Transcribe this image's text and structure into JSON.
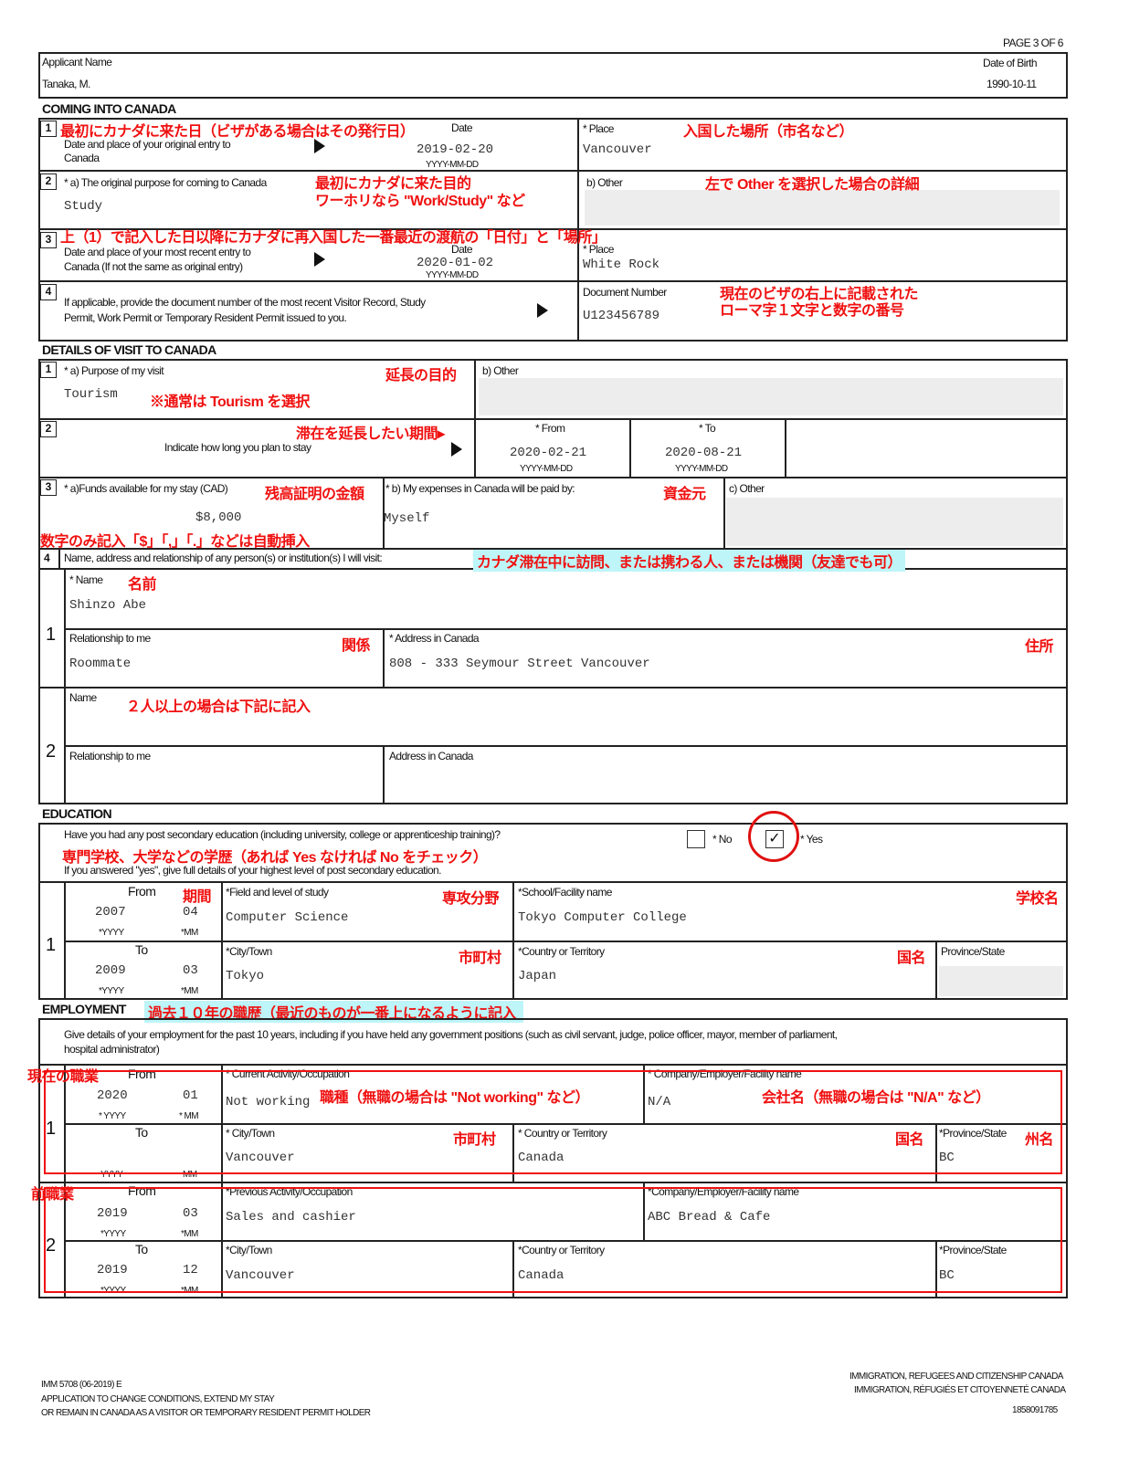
{
  "header": {
    "page": "PAGE 3 OF 6",
    "applicant_label": "Applicant Name",
    "applicant_value": "Tanaka, M.",
    "dob_label": "Date of Birth",
    "dob_value": "1990-10-11"
  },
  "coming": {
    "title": "COMING INTO CANADA",
    "q1": {
      "num": "1",
      "label1": "Date and place of your original entry to",
      "label2": "Canada",
      "date_label": "Date",
      "date": "2019-02-20",
      "fmt": "YYYY-MM-DD",
      "place_label": "* Place",
      "place": "Vancouver",
      "note": "最初にカナダに来た日（ビザがある場合はその発行日）",
      "note_place": "入国した場所（市名など）"
    },
    "q2": {
      "num": "2",
      "label": "* a) The original purpose for coming to Canada",
      "value": "Study",
      "other_label": "b) Other",
      "note1": "最初にカナダに来た目的",
      "note2": "ワーホリなら \"Work/Study\" など",
      "note_other": "左で Other を選択した場合の詳細"
    },
    "q3": {
      "num": "3",
      "label1": "Date and place of your most recent entry to",
      "label2": "Canada (If not the same as original entry)",
      "date_label": "Date",
      "date": "2020-01-02",
      "fmt": "YYYY-MM-DD",
      "place_label": "* Place",
      "place": "White Rock",
      "note": "上（1）で記入した日以降にカナダに再入国した一番最近の渡航の「日付」と「場所」"
    },
    "q4": {
      "num": "4",
      "label1": "If applicable, provide the document number of the most recent Visitor Record, Study",
      "label2": "Permit, Work Permit or Temporary Resident Permit issued to you.",
      "doc_label": "Document Number",
      "doc": "U123456789",
      "note1": "現在のビザの右上に記載された",
      "note2": "ローマ字１文字と数字の番号"
    }
  },
  "visit": {
    "title": "DETAILS OF VISIT TO CANADA",
    "q1": {
      "num": "1",
      "label": "* a) Purpose of my visit",
      "value": "Tourism",
      "other_label": "b) Other",
      "note": "延長の目的",
      "note2": "※通常は Tourism を選択"
    },
    "q2": {
      "num": "2",
      "label": "Indicate how long you plan to stay",
      "from_label": "* From",
      "from": "2020-02-21",
      "to_label": "* To",
      "to": "2020-08-21",
      "fmt": "YYYY-MM-DD",
      "note": "滞在を延長したい期間▸"
    },
    "q3": {
      "num": "3",
      "funds_label": "* a)Funds available for my stay (CAD)",
      "funds": "$8,000",
      "paid_label": "* b) My expenses in Canada will be paid by:",
      "paid": "Myself",
      "other_label": "c) Other",
      "note_funds": "残高証明の金額",
      "note_funds2": "数字のみ記入「$」「,」「.」などは自動挿入",
      "note_paid": "資金元"
    },
    "q4": {
      "num": "4",
      "label": "Name, address and relationship of any person(s) or institution(s) I will visit:",
      "note": "カナダ滞在中に訪問、または携わる人、または機関（友達でも可）"
    },
    "persons": [
      {
        "num": "1",
        "name_label": "* Name",
        "name": "Shinzo Abe",
        "rel_label": "Relationship to me",
        "rel": "Roommate",
        "addr_label": "* Address in Canada",
        "addr": "808 - 333 Seymour Street Vancouver",
        "note_name": "名前",
        "note_rel": "関係",
        "note_addr": "住所"
      },
      {
        "num": "2",
        "name_label": "Name",
        "rel_label": "Relationship to me",
        "addr_label": "Address in Canada",
        "note_name": "２人以上の場合は下記に記入"
      }
    ]
  },
  "education": {
    "title": "EDUCATION",
    "question": "Have you had any post secondary education (including university, college or apprenticeship training)?",
    "no_label": "* No",
    "yes_label": "* Yes",
    "answer": "Yes",
    "followup": "If you answered \"yes\", give full details of your highest level of post secondary education.",
    "note": "専門学校、大学などの学歴（あれば Yes なければ No をチェック）",
    "entry": {
      "num": "1",
      "from_label": "From",
      "from_y": "2007",
      "from_m": "04",
      "to_label": "To",
      "to_y": "2009",
      "to_m": "03",
      "yyyy": "*YYYY",
      "mm": "*MM",
      "field_label": "*Field and level of study",
      "field": "Computer Science",
      "school_label": "*School/Facility name",
      "school": "Tokyo Computer College",
      "city_label": "*City/Town",
      "city": "Tokyo",
      "country_label": "*Country or Territory",
      "country": "Japan",
      "prov_label": "Province/State",
      "note_period": "期間",
      "note_field": "専攻分野",
      "note_school": "学校名",
      "note_city": "市町村",
      "note_country": "国名"
    }
  },
  "employment": {
    "title": "EMPLOYMENT",
    "note": "過去１０年の職歴（最近のものが一番上になるように記入",
    "intro1": "Give details of your employment for the past 10 years, including if you have held any government positions (such as civil servant, judge, police officer, mayor, member of parliament,",
    "intro2": "hospital administrator)",
    "entries": [
      {
        "num": "1",
        "from_label": "From",
        "from_y": "2020",
        "from_m": "01",
        "to_label": "To",
        "yyyy": "* YYYY",
        "mm": "* MM",
        "yyyy2": "YYYY",
        "mm2": "MM",
        "occ_label": "* Current Activity/Occupation",
        "occ": "Not working",
        "company_label": "* Company/Employer/Facility name",
        "company": "N/A",
        "city_label": "* City/Town",
        "city": "Vancouver",
        "country_label": "* Country or Territory",
        "country": "Canada",
        "prov_label": "*Province/State",
        "prov": "BC",
        "note_row": "現在の職業",
        "note_occ": "職種（無職の場合は \"Not working\" など）",
        "note_company": "会社名（無職の場合は \"N/A\" など）",
        "note_city": "市町村",
        "note_country": "国名",
        "note_prov": "州名"
      },
      {
        "num": "2",
        "from_label": "From",
        "from_y": "2019",
        "from_m": "03",
        "to_label": "To",
        "to_y": "2019",
        "to_m": "12",
        "yyyy": "*YYYY",
        "mm": "*MM",
        "occ_label": "*Previous Activity/Occupation",
        "occ": "Sales and cashier",
        "company_label": "*Company/Employer/Facility name",
        "company": "ABC Bread & Cafe",
        "city_label": "*City/Town",
        "city": "Vancouver",
        "country_label": "*Country or Territory",
        "country": "Canada",
        "prov_label": "*Province/State",
        "prov": "BC",
        "note_row": "前職業"
      }
    ]
  },
  "footer": {
    "form": "IMM 5708 (06-2019) E",
    "line2": "APPLICATION TO CHANGE CONDITIONS, EXTEND MY STAY",
    "line3": "OR REMAIN IN CANADA AS A VISITOR OR TEMPORARY RESIDENT PERMIT HOLDER",
    "dept_en": "IMMIGRATION, REFUGEES AND CITIZENSHIP CANADA",
    "dept_fr": "IMMIGRATION, RÉFUGIÉS ET CITOYENNETÉ CANADA",
    "barcode": "1858091785"
  }
}
